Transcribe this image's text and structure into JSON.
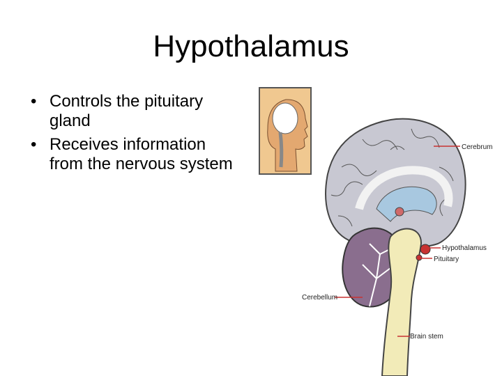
{
  "slide": {
    "title": "Hypothalamus",
    "bullets": [
      "Controls the pituitary gland",
      "Receives information from the nervous system"
    ],
    "bullet_glyph": "•"
  },
  "figure": {
    "labels": {
      "cerebrum": "Cerebrum",
      "hypothalamus": "Hypothalamus",
      "pituitary": "Pituitary",
      "cerebellum": "Cerebellum",
      "brain_stem": "Brain stem"
    },
    "colors": {
      "brain": "#c8c8d2",
      "ventricle": "#a8c8e0",
      "cerebellum": "#8a6e8e",
      "stem": "#f2ebb8",
      "marker": "#c83232",
      "thumb_bg": "#f0c890"
    }
  }
}
